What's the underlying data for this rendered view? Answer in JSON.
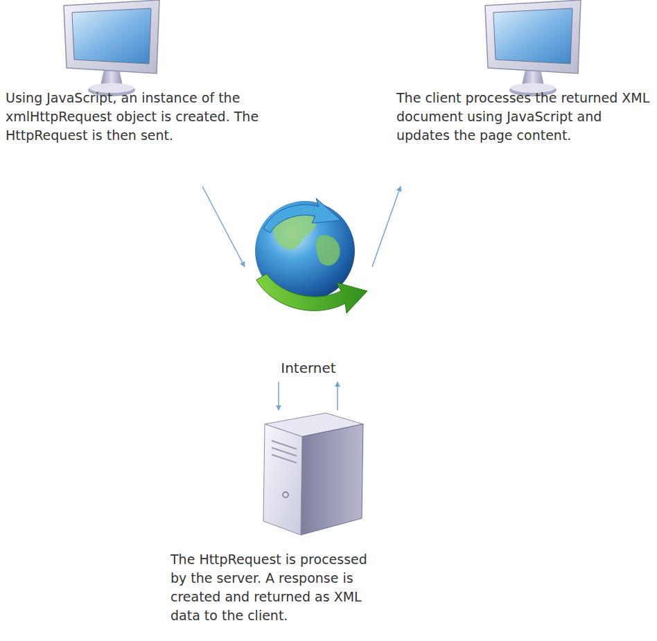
{
  "diagram": {
    "nodes": [
      {
        "text": [
          "Using JavaScript, an instance of the xmlHttpRequest object is created. The HttpRequest is then sent."
        ]
      },
      {
        "text": [
          "Internet"
        ]
      },
      {
        "text": [
          "The client processes the returned XML document using JavaScript and updates the page content."
        ]
      },
      {
        "text": [
          "The HttpRequest is processed by the server. A response is created and returned as XML data to the client."
        ]
      }
    ],
    "edges": [
      {
        "from": 0,
        "to": 1,
        "arrow": "to"
      },
      {
        "from": 1,
        "to": 2,
        "arrow": "to"
      },
      {
        "from": 1,
        "to": 3,
        "arrow": "to"
      },
      {
        "from": 3,
        "to": 1,
        "arrow": "to"
      }
    ]
  }
}
